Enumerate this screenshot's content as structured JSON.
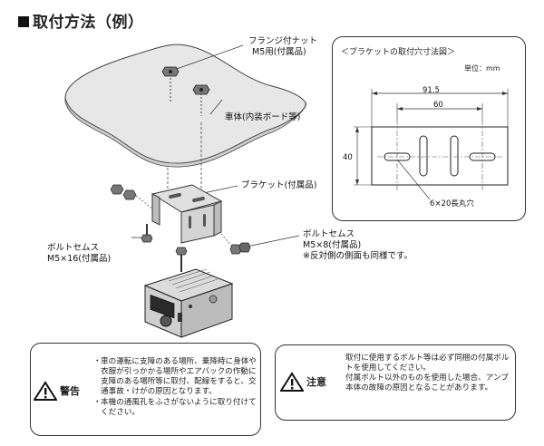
{
  "title": "取付方法（例）",
  "labels": {
    "flange_nut_1": "フランジ付ナット",
    "flange_nut_2": "M5用(付属品)",
    "vehicle": "車体(内装ボード等)",
    "bracket": "ブラケット(付属品)",
    "bolt_left_1": "ボルトセムス",
    "bolt_left_2": "M5×16(付属品)",
    "bolt_right_1": "ボルトセムス",
    "bolt_right_2": "M5×8(付属品)",
    "bolt_right_3": "※反対側の側面も同様です。"
  },
  "dimension": {
    "title": "＜ブラケットの取付穴寸法図＞",
    "unit": "単位：mm",
    "width_outer": "91.5",
    "width_inner": "60",
    "height": "40",
    "hole": "6×20長丸穴"
  },
  "warning": {
    "label": "警告",
    "items": [
      "車の運転に支障のある場所、乗降時に身体や衣服が引っかかる場所やエアバックの作動に支障のある場所等に取付、配線をすると、交通事故・けがの原因となります。",
      "本機の通風孔をふさがないように取り付けてください。"
    ]
  },
  "caution": {
    "label": "注意",
    "lines": [
      "取付に使用するボルト等は必ず同梱の付属ボルトを使用してください。",
      "付属ボルト以外のものを使用した場合、アンプ本体の故障の原因となることがあります。"
    ]
  }
}
